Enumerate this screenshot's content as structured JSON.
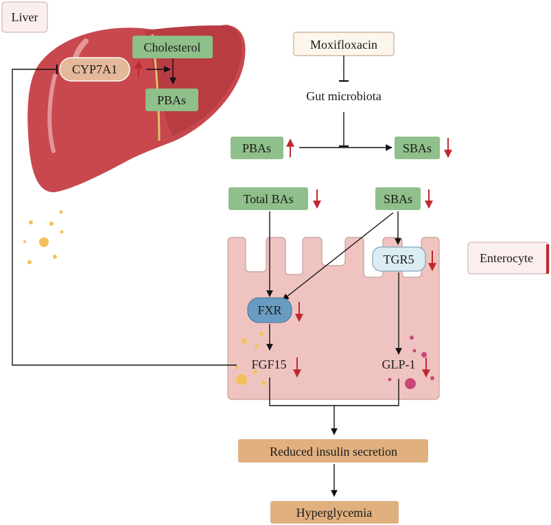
{
  "labels": {
    "liver": "Liver",
    "enterocyte": "Enterocyte",
    "cyp7a1": "CYP7A1",
    "cholesterol": "Cholesterol",
    "pbas_liver": "PBAs",
    "moxifloxacin": "Moxifloxacin",
    "gut_microbiota": "Gut microbiota",
    "pbas": "PBAs",
    "sbas": "SBAs",
    "total_bas": "Total BAs",
    "sbas_2": "SBAs",
    "tgr5": "TGR5",
    "fxr": "FXR",
    "fgf15": "FGF15",
    "glp1": "GLP-1",
    "reduced_insulin": "Reduced insulin secretion",
    "hyperglycemia": "Hyperglycemia"
  },
  "colors": {
    "green_box": "#8fbf8a",
    "peach_box": "#e0b07f",
    "cyp_box": "#e4b89a",
    "liver": "#c8484e",
    "enterocyte": "#efc4c0",
    "fxr": "#6a9cc2",
    "tgr5": "#dcecf3",
    "arrow_red": "#c0282d"
  }
}
